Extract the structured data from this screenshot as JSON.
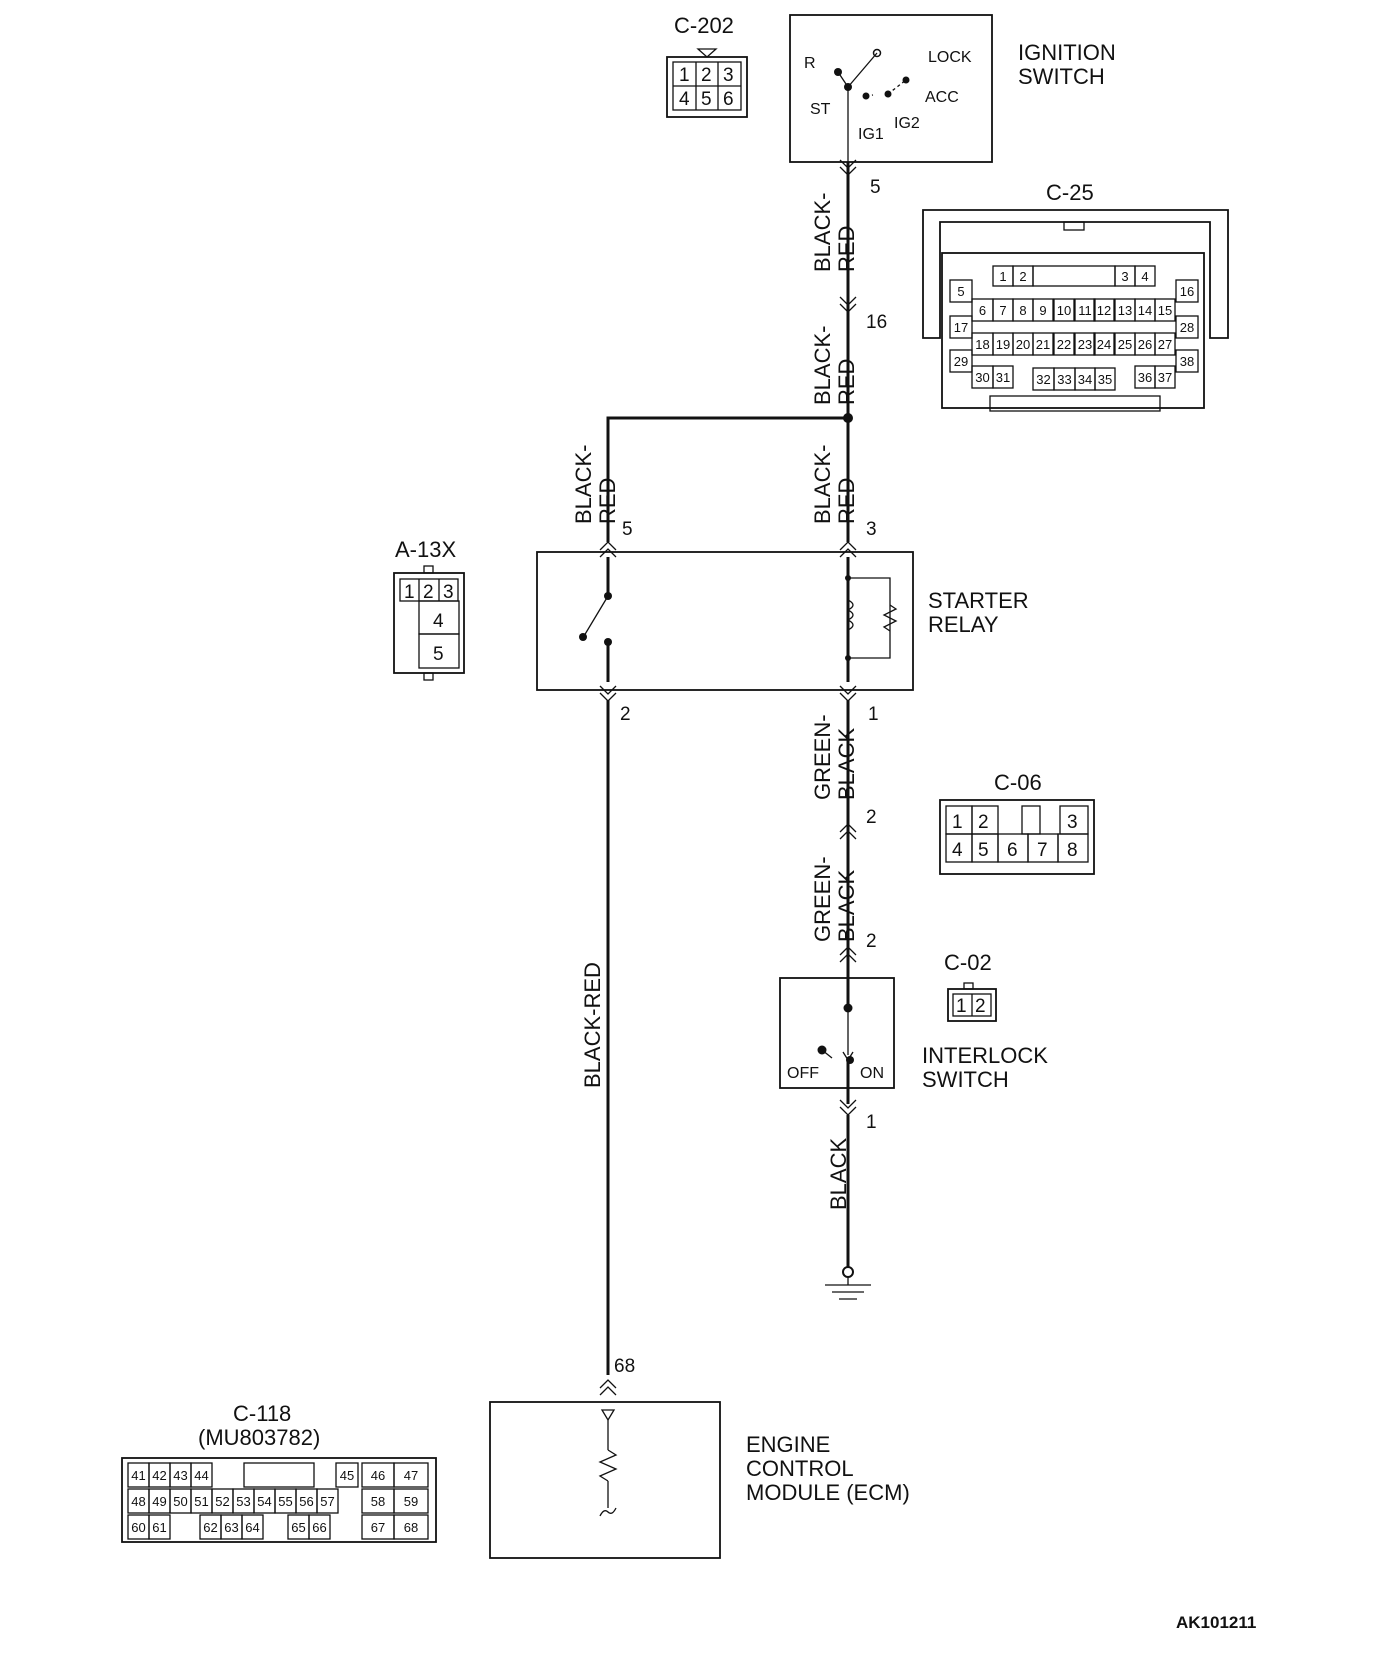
{
  "ignition_switch": {
    "name": "IGNITION\nSWITCH",
    "positions": {
      "r": "R",
      "lock": "LOCK",
      "st": "ST",
      "acc": "ACC",
      "ig1": "IG1",
      "ig2": "IG2"
    },
    "pin": "5"
  },
  "c202": {
    "id": "C-202",
    "pins": [
      "1",
      "2",
      "3",
      "4",
      "5",
      "6"
    ]
  },
  "c25": {
    "id": "C-25",
    "pins": [
      "1",
      "2",
      "3",
      "4",
      "5",
      "6",
      "7",
      "8",
      "9",
      "10",
      "11",
      "12",
      "13",
      "14",
      "15",
      "16",
      "17",
      "18",
      "19",
      "20",
      "21",
      "22",
      "23",
      "24",
      "25",
      "26",
      "27",
      "28",
      "29",
      "30",
      "31",
      "32",
      "33",
      "34",
      "35",
      "36",
      "37",
      "38"
    ]
  },
  "wire_labels": {
    "w1": "BLACK-\nRED",
    "w2": "BLACK-\nRED",
    "w3_left": "BLACK-\nRED",
    "w3_right": "BLACK-\nRED",
    "w4_green1": "GREEN-\nBLACK",
    "w4_green2": "GREEN-\nBLACK",
    "w5_black": "BLACK",
    "w6_long": "BLACK-RED"
  },
  "pins": {
    "ign_out": "5",
    "junction_16": "16",
    "relay_5": "5",
    "relay_3": "3",
    "relay_2": "2",
    "relay_1": "1",
    "c06_2": "2",
    "c02_2": "2",
    "c02_1": "1",
    "ecm_68": "68"
  },
  "a13x": {
    "id": "A-13X",
    "pins": [
      "1",
      "2",
      "3",
      "4",
      "5"
    ]
  },
  "starter_relay": {
    "name": "STARTER\nRELAY"
  },
  "c06": {
    "id": "C-06",
    "pins": [
      "1",
      "2",
      "3",
      "4",
      "5",
      "6",
      "7",
      "8"
    ]
  },
  "c02": {
    "id": "C-02",
    "pins": [
      "1",
      "2"
    ]
  },
  "interlock_switch": {
    "name": "INTERLOCK\nSWITCH",
    "off": "OFF",
    "on": "ON"
  },
  "c118": {
    "id": "C-118",
    "part": "(MU803782)",
    "pins": [
      "41",
      "42",
      "43",
      "44",
      "45",
      "46",
      "47",
      "48",
      "49",
      "50",
      "51",
      "52",
      "53",
      "54",
      "55",
      "56",
      "57",
      "58",
      "59",
      "60",
      "61",
      "62",
      "63",
      "64",
      "65",
      "66",
      "67",
      "68"
    ]
  },
  "ecm": {
    "name": "ENGINE\nCONTROL\nMODULE (ECM)"
  },
  "figure_code": "AK101211"
}
